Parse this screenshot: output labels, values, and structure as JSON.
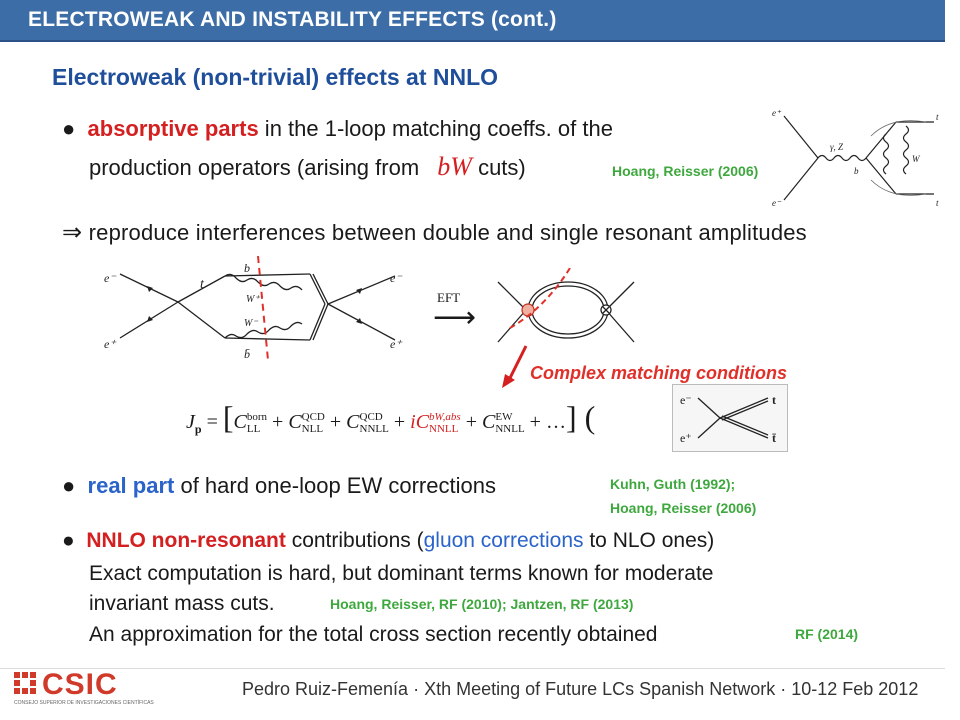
{
  "header": {
    "title": "ELECTROWEAK AND INSTABILITY EFFECTS (cont.)"
  },
  "section_title": "Electroweak (non-trivial) effects at NNLO",
  "bullet1": {
    "highlight": "absorptive parts",
    "text_a": " in the 1-loop matching coeffs. of the",
    "text_b": "production operators (arising from",
    "math": "bW",
    "text_c": " cuts)",
    "ref": "Hoang, Reisser (2006)"
  },
  "implication": {
    "arrow": "⇒",
    "text": "reproduce interferences between double and single resonant amplitudes"
  },
  "eft_label": "EFT",
  "diagram_labels": {
    "e_minus": "e⁻",
    "e_plus": "e⁺",
    "t": "t",
    "b": "b",
    "b_bar": "b̄",
    "w_plus": "W⁺",
    "w_minus": "W⁻"
  },
  "complex_caption": "Complex matching conditions",
  "formula": {
    "lhs": "J",
    "lhs_sub": "p",
    "eq": " = ",
    "t1": "C",
    "t1_sup": "born",
    "t1_sub": "LL",
    "t2": "C",
    "t2_sup": "QCD",
    "t2_sub": "NLL",
    "t3": "C",
    "t3_sup": "QCD",
    "t3_sub": "NNLL",
    "t4_pre": "i",
    "t4": "C",
    "t4_sup": "bW,abs",
    "t4_sub": "NNLL",
    "t5": "C",
    "t5_sup": "EW",
    "t5_sub": "NNLL",
    "tail": " + …"
  },
  "small_diagram": {
    "e1": "e⁻",
    "e2": "e⁺",
    "t": "t",
    "tbar": "t̄"
  },
  "bullet2": {
    "highlight": "real part",
    "text": " of hard one-loop EW corrections",
    "ref1": "Kuhn, Guth (1992);",
    "ref2": "Hoang, Reisser (2006)"
  },
  "bullet3": {
    "highlight": "NNLO non-resonant",
    "text_a": " contributions (",
    "blue": "gluon corrections",
    "text_b": " to NLO ones)",
    "line2": "Exact computation is hard, but dominant terms known for moderate",
    "line3": "invariant mass cuts.",
    "ref3": "Hoang, Reisser, RF (2010); Jantzen, RF (2013)",
    "line4": "An approximation for the total cross section recently obtained",
    "ref4": "RF (2014)"
  },
  "logo": {
    "name": "CSIC",
    "sub": "CONSEJO SUPERIOR DE INVESTIGACIONES CIENTÍFICAS"
  },
  "footer": "Pedro Ruiz-Femenía · Xth Meeting of Future LCs Spanish Network · 10-12 Feb 2012",
  "colors": {
    "header": "#3c6da6",
    "title": "#1f4e9a",
    "highlight": "#d42020",
    "ref": "#3ea83e",
    "logo": "#d03a2a"
  }
}
